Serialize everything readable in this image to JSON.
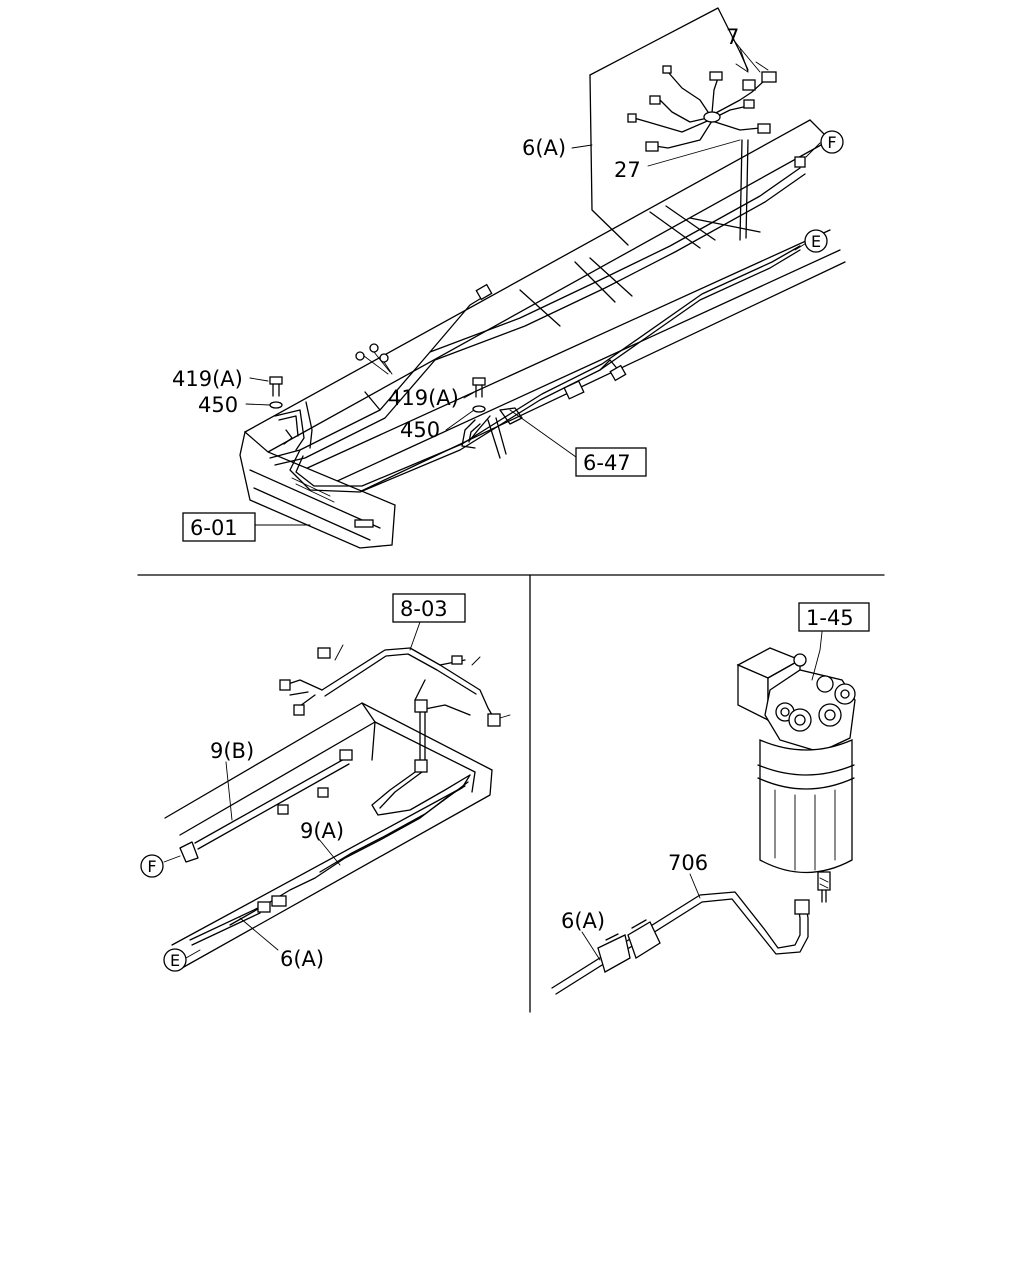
{
  "labels": {
    "part_7": "7",
    "part_6a_top": "6(A)",
    "part_27": "27",
    "ref_f_top": "F",
    "ref_e_top": "E",
    "part_419a_left": "419(A)",
    "part_450_left": "450",
    "part_419a_mid": "419(A)",
    "part_450_mid": "450",
    "ref_6_47": "6-47",
    "ref_6_01": "6-01",
    "ref_8_03": "8-03",
    "part_9b": "9(B)",
    "part_9a": "9(A)",
    "ref_f_bottom": "F",
    "ref_e_bottom": "E",
    "part_6a_bottom_left": "6(A)",
    "ref_1_45": "1-45",
    "part_706": "706",
    "part_6a_bottom_right": "6(A)"
  }
}
